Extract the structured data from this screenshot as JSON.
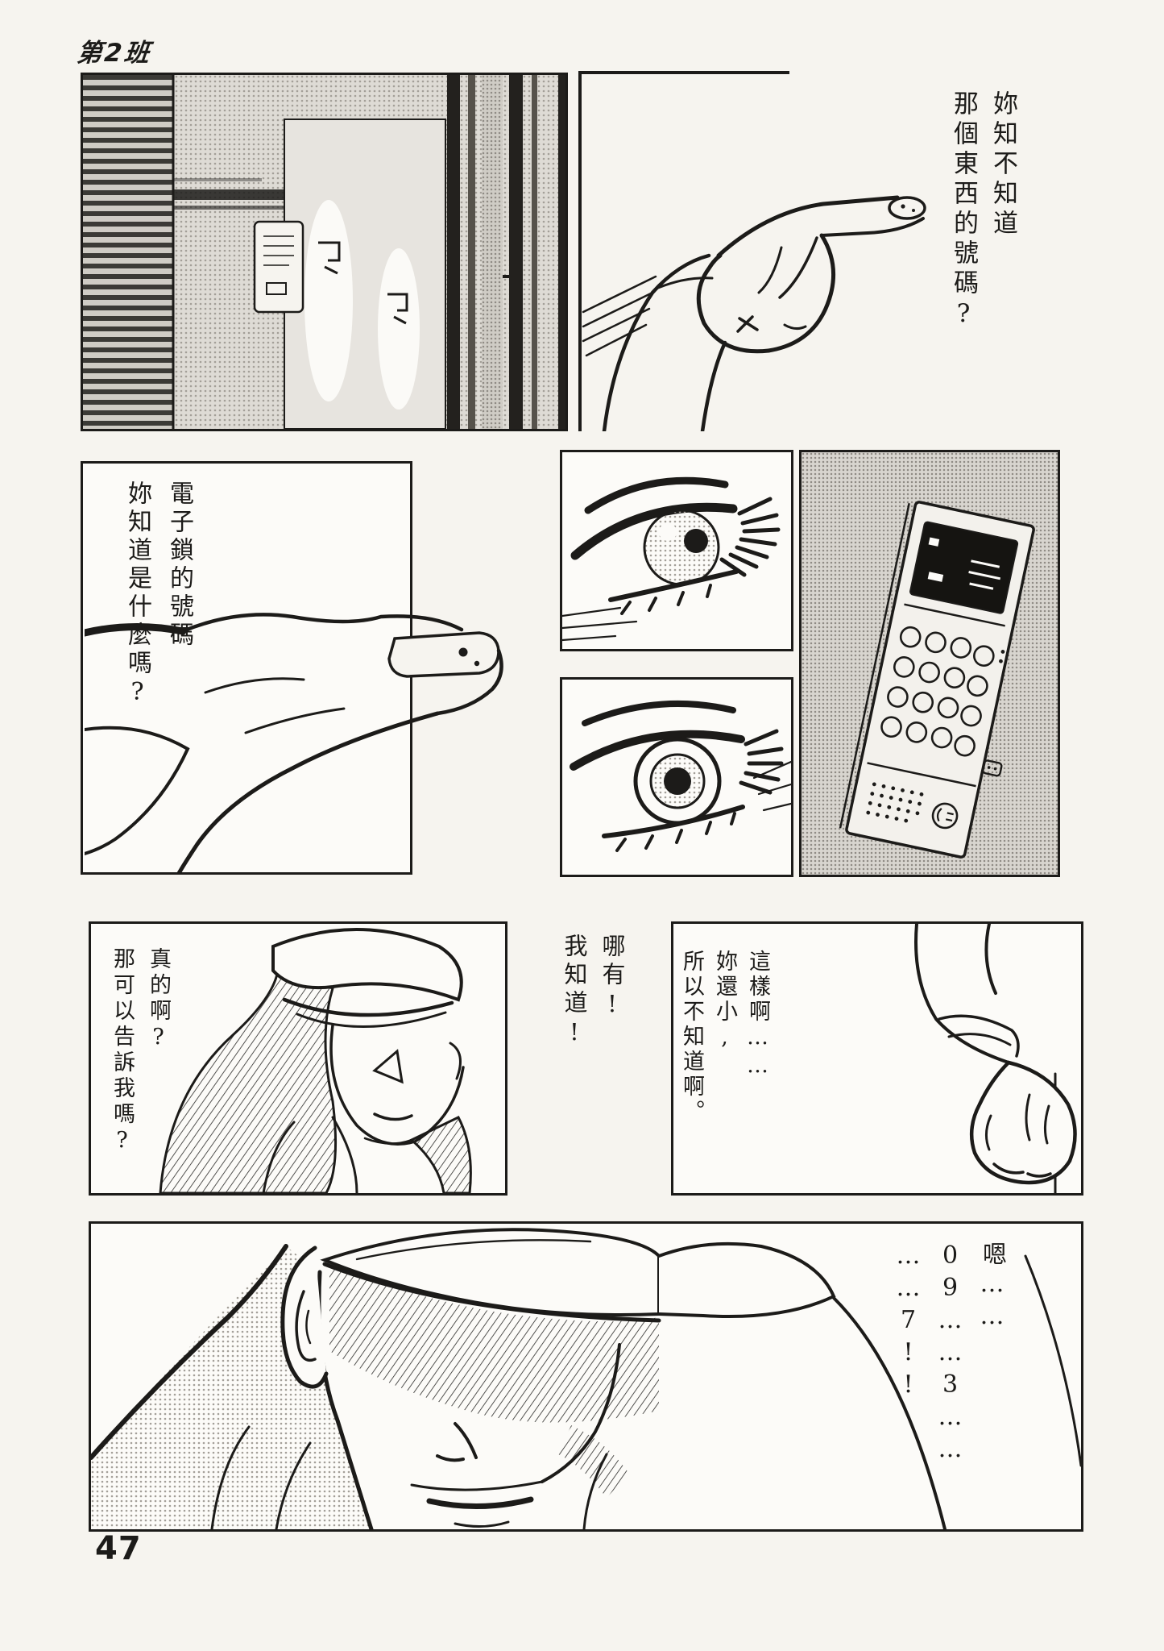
{
  "page": {
    "header_label": "第2班",
    "page_number": "47"
  },
  "colors": {
    "ink": "#1c1b19",
    "paper": "#f6f4ef",
    "panel_fill": "#fcfbf8",
    "screentone_gray": "#a39f98",
    "door_bar_dark": "#23211e"
  },
  "speech": {
    "q_number": {
      "cols": [
        "妳知不知道",
        "那個東西的號碼?"
      ]
    },
    "q_code": {
      "cols": [
        "電子鎖的號碼",
        "妳知道是什麼嗎?"
      ]
    },
    "really": {
      "cols": [
        "真的啊?",
        "那可以告訴我嗎?"
      ]
    },
    "deny": {
      "cols": [
        "哪有!",
        "我知道!"
      ]
    },
    "too_young": {
      "cols": [
        "這樣啊……",
        "妳還小,",
        "所以不知道啊。"
      ]
    },
    "recite": {
      "cols": [
        "嗯……",
        "09……3……",
        "……7!!"
      ]
    }
  }
}
